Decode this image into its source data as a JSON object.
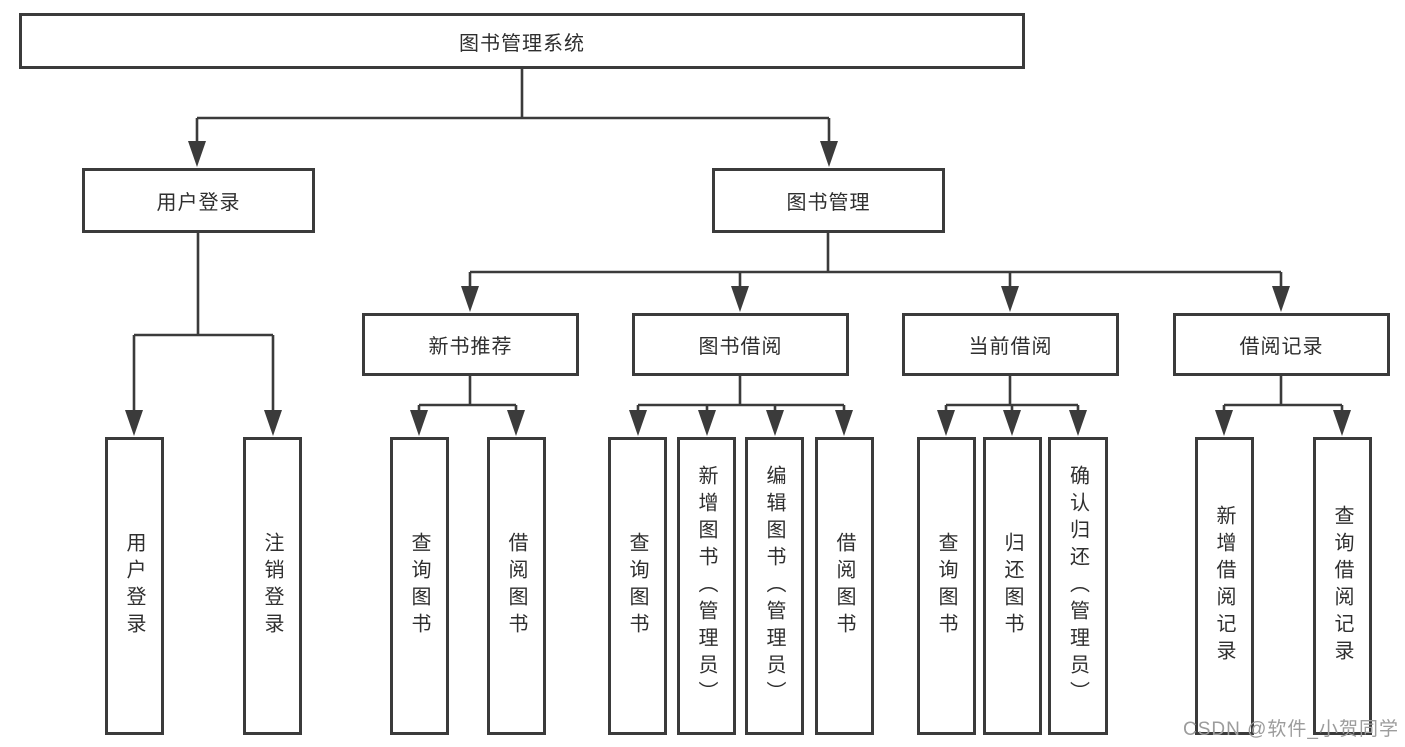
{
  "diagram": {
    "root": "图书管理系统",
    "level2": {
      "user_login": "用户登录",
      "book_mgmt": "图书管理"
    },
    "level3": {
      "new_books": "新书推荐",
      "borrowing": "图书借阅",
      "current": "当前借阅",
      "records": "借阅记录"
    },
    "leaves": {
      "user_login": [
        "用户登录",
        "注销登录"
      ],
      "new_books": [
        "查询图书",
        "借阅图书"
      ],
      "borrowing": [
        "查询图书",
        "新增图书（管理员）",
        "编辑图书（管理员）",
        "借阅图书"
      ],
      "current": [
        "查询图书",
        "归还图书",
        "确认归还（管理员）"
      ],
      "records": [
        "新增借阅记录",
        "查询借阅记录"
      ]
    },
    "watermark": "CSDN @软件_小贺同学",
    "colors": {
      "line": "#3b3b3b",
      "text": "#2f2f2f",
      "watermark": "#9c9c9c",
      "background": "#ffffff"
    }
  }
}
